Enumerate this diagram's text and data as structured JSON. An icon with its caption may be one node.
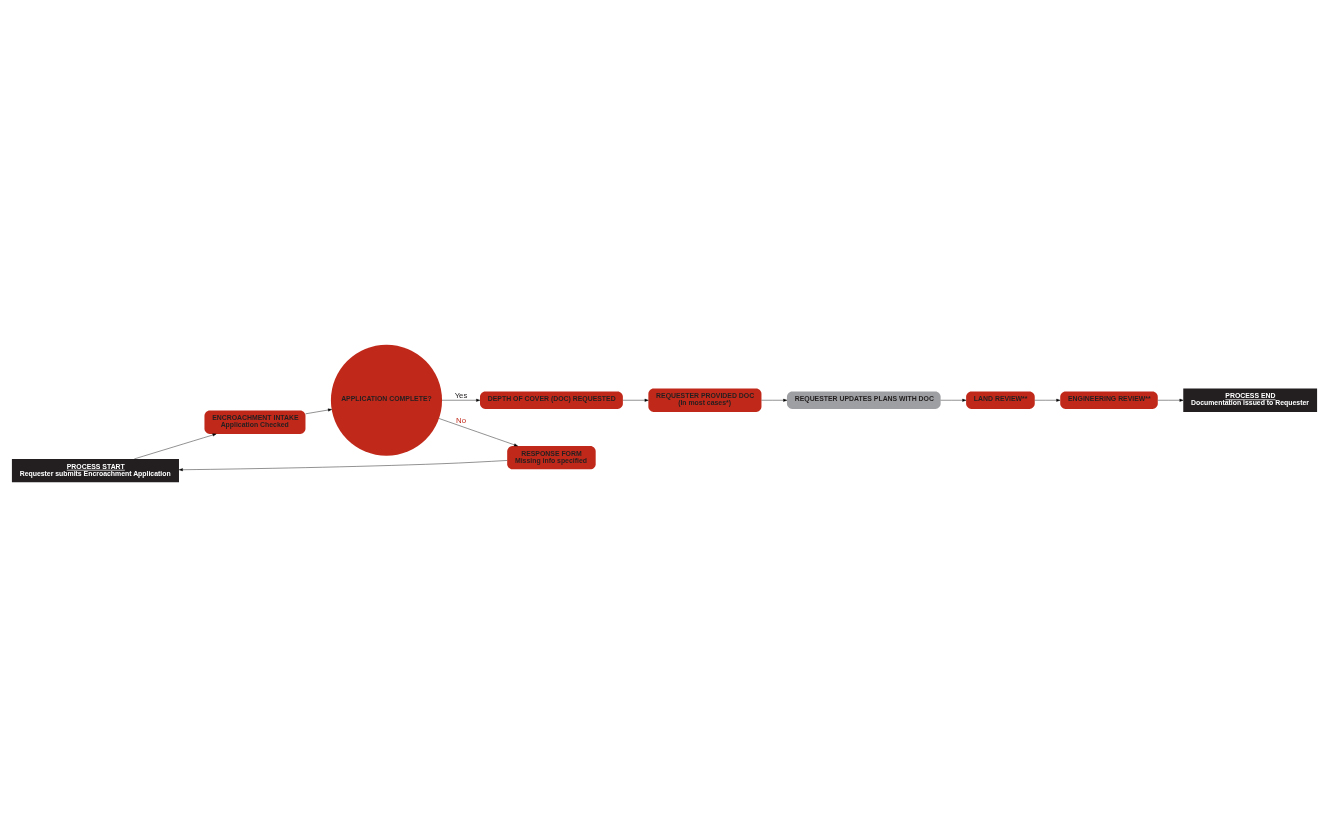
{
  "diagram": {
    "nodes": [
      {
        "text": [
          "PROCESS START",
          "Requester submits Encroachment Application"
        ]
      },
      {
        "text": [
          "ENCROACHMENT INTAKE",
          "Application Checked"
        ]
      },
      {
        "text": [
          "APPLICATION COMPLETE?"
        ]
      },
      {
        "text": [
          "RESPONSE FORM",
          "Missing info specified"
        ]
      },
      {
        "text": [
          "DEPTH OF COVER (DOC) REQUESTED"
        ]
      },
      {
        "text": [
          "REQUESTER PROVIDED DOC",
          "(In most cases*)"
        ]
      },
      {
        "text": [
          "REQUESTER UPDATES PLANS WITH DOC"
        ]
      },
      {
        "text": [
          "LAND REVIEW**"
        ]
      },
      {
        "text": [
          "ENGINEERING REVIEW**"
        ]
      },
      {
        "text": [
          "PROCESS END",
          "Documentation issued to Requester"
        ]
      }
    ],
    "edges": [
      {
        "from": 0,
        "to": 1,
        "arrow": "to"
      },
      {
        "from": 1,
        "to": 2,
        "arrow": "to"
      },
      {
        "from": 2,
        "to": 4,
        "arrow": "to",
        "label": "Yes"
      },
      {
        "from": 2,
        "to": 3,
        "arrow": "to",
        "label": "No"
      },
      {
        "from": 3,
        "to": 0,
        "arrow": "to"
      },
      {
        "from": 4,
        "to": 5,
        "arrow": "to"
      },
      {
        "from": 5,
        "to": 6,
        "arrow": "to"
      },
      {
        "from": 6,
        "to": 7,
        "arrow": "to"
      },
      {
        "from": 7,
        "to": 8,
        "arrow": "to"
      },
      {
        "from": 8,
        "to": 9,
        "arrow": "to"
      }
    ]
  }
}
